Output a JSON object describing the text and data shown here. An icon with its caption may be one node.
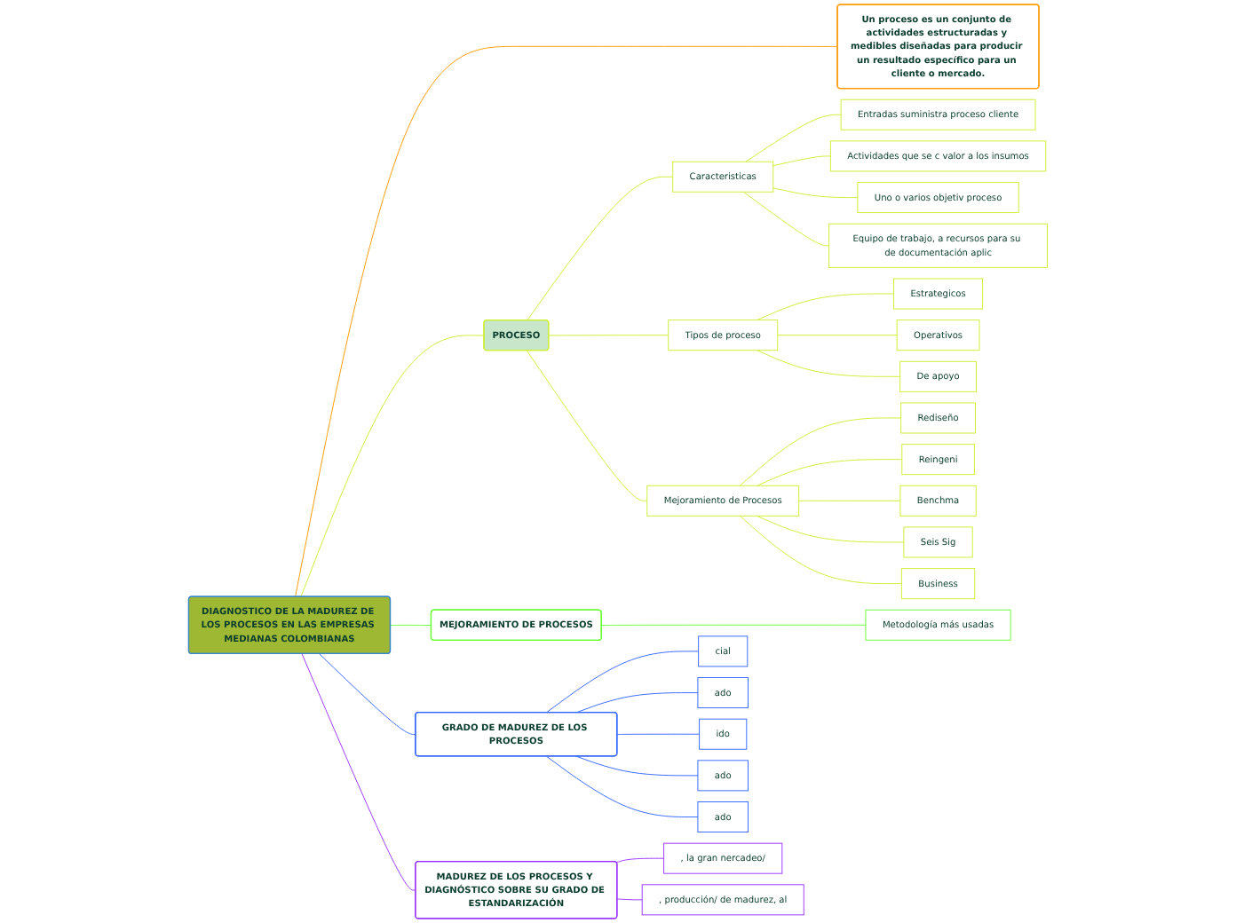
{
  "diagram": {
    "nodes": [
      {
        "text": [
          "DIAGNOSTICO DE LA MADUREZ DE LOS PROCESOS EN LAS EMPRESAS MEDIANAS COLOMBIANAS"
        ]
      },
      {
        "text": [
          "Un proceso es un conjunto de actividades estructuradas y medibles diseñadas para producir un resultado específico para un cliente o mercado."
        ]
      },
      {
        "text": [
          "PROCESO"
        ]
      },
      {
        "text": [
          "Caracteristicas"
        ]
      },
      {
        "text": [
          "Entradas suministra proceso cliente"
        ]
      },
      {
        "text": [
          "Actividades que se c valor a los insumos"
        ]
      },
      {
        "text": [
          "Uno o varios objetiv proceso"
        ]
      },
      {
        "text": [
          "Equipo de trabajo, a recursos para su de documentación aplic"
        ]
      },
      {
        "text": [
          "Tipos de proceso"
        ]
      },
      {
        "text": [
          "Estrategicos"
        ]
      },
      {
        "text": [
          "Operativos"
        ]
      },
      {
        "text": [
          "De apoyo"
        ]
      },
      {
        "text": [
          "Mejoramiento de Procesos"
        ]
      },
      {
        "text": [
          "Rediseño"
        ]
      },
      {
        "text": [
          "Reingeni"
        ]
      },
      {
        "text": [
          "Benchma"
        ]
      },
      {
        "text": [
          "Seis Sig"
        ]
      },
      {
        "text": [
          "Business"
        ]
      },
      {
        "text": [
          "MEJORAMIENTO DE PROCESOS"
        ]
      },
      {
        "text": [
          "Metodología más usadas"
        ]
      },
      {
        "text": [
          "GRADO DE MADUREZ DE LOS PROCESOS"
        ]
      },
      {
        "text": [
          "cial"
        ]
      },
      {
        "text": [
          "ado"
        ]
      },
      {
        "text": [
          "ido"
        ]
      },
      {
        "text": [
          "ado"
        ]
      },
      {
        "text": [
          "ado"
        ]
      },
      {
        "text": [
          "MADUREZ DE LOS PROCESOS Y DIAGNÓSTICO SOBRE SU GRADO DE ESTANDARIZACIÓN"
        ]
      },
      {
        "text": [
          ", la gran nercadeo/"
        ]
      },
      {
        "text": [
          ", producción/ de madurez, al"
        ]
      }
    ],
    "edges": [
      {
        "from": 0,
        "to": 1,
        "arrow": "none",
        "color": "#ff9900"
      },
      {
        "from": 0,
        "to": 2,
        "arrow": "none"
      },
      {
        "from": 2,
        "to": 3,
        "arrow": "none"
      },
      {
        "from": 3,
        "to": 4,
        "arrow": "none"
      },
      {
        "from": 3,
        "to": 5,
        "arrow": "none"
      },
      {
        "from": 3,
        "to": 6,
        "arrow": "none"
      },
      {
        "from": 3,
        "to": 7,
        "arrow": "none"
      },
      {
        "from": 2,
        "to": 8,
        "arrow": "none"
      },
      {
        "from": 8,
        "to": 9,
        "arrow": "none"
      },
      {
        "from": 8,
        "to": 10,
        "arrow": "none"
      },
      {
        "from": 8,
        "to": 11,
        "arrow": "none"
      },
      {
        "from": 2,
        "to": 12,
        "arrow": "none"
      },
      {
        "from": 12,
        "to": 13,
        "arrow": "none"
      },
      {
        "from": 12,
        "to": 14,
        "arrow": "none"
      },
      {
        "from": 12,
        "to": 15,
        "arrow": "none"
      },
      {
        "from": 12,
        "to": 16,
        "arrow": "none"
      },
      {
        "from": 12,
        "to": 17,
        "arrow": "none"
      },
      {
        "from": 0,
        "to": 18,
        "arrow": "none",
        "color": "#66ff33"
      },
      {
        "from": 18,
        "to": 19,
        "arrow": "none",
        "color": "#66ff33"
      },
      {
        "from": 0,
        "to": 20,
        "arrow": "none",
        "color": "#3366ff"
      },
      {
        "from": 20,
        "to": 21,
        "arrow": "none",
        "color": "#3366ff"
      },
      {
        "from": 20,
        "to": 22,
        "arrow": "none",
        "color": "#3366ff"
      },
      {
        "from": 20,
        "to": 23,
        "arrow": "none",
        "color": "#3366ff"
      },
      {
        "from": 20,
        "to": 24,
        "arrow": "none",
        "color": "#3366ff"
      },
      {
        "from": 20,
        "to": 25,
        "arrow": "none",
        "color": "#3366ff"
      },
      {
        "from": 0,
        "to": 26,
        "arrow": "none",
        "color": "#9933ff"
      },
      {
        "from": 26,
        "to": 27,
        "arrow": "none",
        "color": "#9933ff"
      },
      {
        "from": 26,
        "to": 28,
        "arrow": "none",
        "color": "#9933ff"
      }
    ]
  }
}
